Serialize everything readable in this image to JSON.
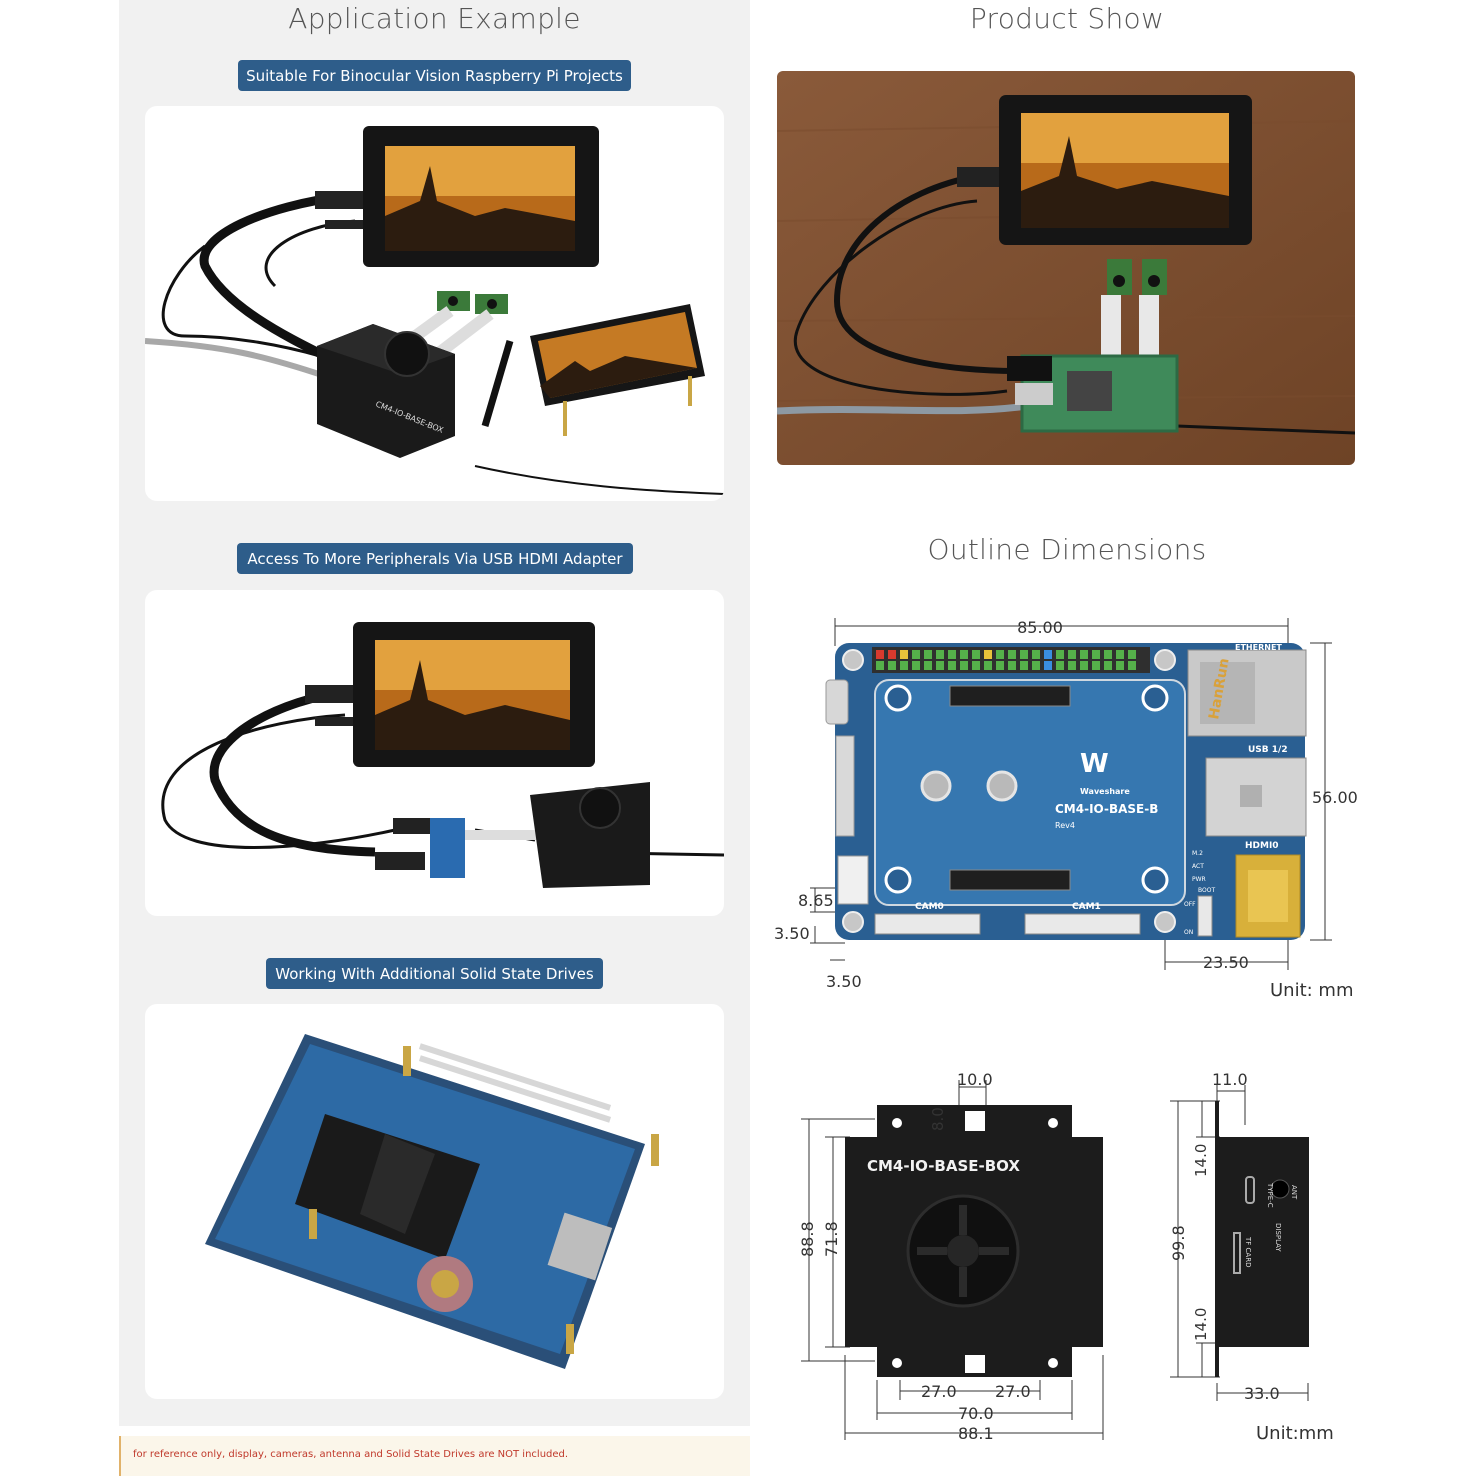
{
  "left": {
    "title": "Application Example",
    "sections": [
      {
        "label": "Suitable For Binocular Vision Raspberry Pi Projects"
      },
      {
        "label": "Access To More Peripherals Via USB HDMI Adapter"
      },
      {
        "label": "Working With Additional Solid State Drives"
      }
    ],
    "box_label": "CM4-IO-BASE-BOX",
    "footnote": "for reference only, display, cameras, antenna and Solid State Drives are NOT included."
  },
  "right": {
    "product_title": "Product Show",
    "outline_title": "Outline Dimensions",
    "board": {
      "name": "CM4-IO-BASE-B",
      "rev": "Rev4",
      "brand": "Waveshare",
      "labels": {
        "ethernet": "ETHERNET",
        "usb": "USB 1/2",
        "hdmi": "HDMI0",
        "cam0": "CAM0",
        "cam1": "CAM1",
        "m2": "M.2",
        "act": "ACT",
        "pwr": "PWR",
        "boot": "BOOT",
        "off": "OFF",
        "on": "ON",
        "jack_text": "HanRun"
      },
      "dims": {
        "width": "85.00",
        "height": "56.00",
        "d1": "8.65",
        "d2": "3.50",
        "d3": "3.50",
        "d4": "23.50"
      },
      "unit": "Unit: mm"
    },
    "box": {
      "name": "CM4-IO-BASE-BOX",
      "dims": {
        "top_w": "10.0",
        "top_h": "8.0",
        "h_outer": "88.8",
        "h_inner": "71.8",
        "b_left": "27.0",
        "b_right": "27.0",
        "b_mid": "70.0",
        "b_total": "88.1"
      },
      "side": {
        "top": "11.0",
        "upper": "14.0",
        "mid": "99.8",
        "lower": "14.0",
        "depth": "33.0",
        "labels": {
          "type_c": "TYPE-C",
          "ant": "ANT",
          "tf": "TF CARD",
          "display": "DISPLAY"
        }
      },
      "unit": "Unit:mm"
    }
  },
  "colors": {
    "pill": "#2e5d8a",
    "board": "#2a5f92",
    "box": "#1c1c1c"
  }
}
